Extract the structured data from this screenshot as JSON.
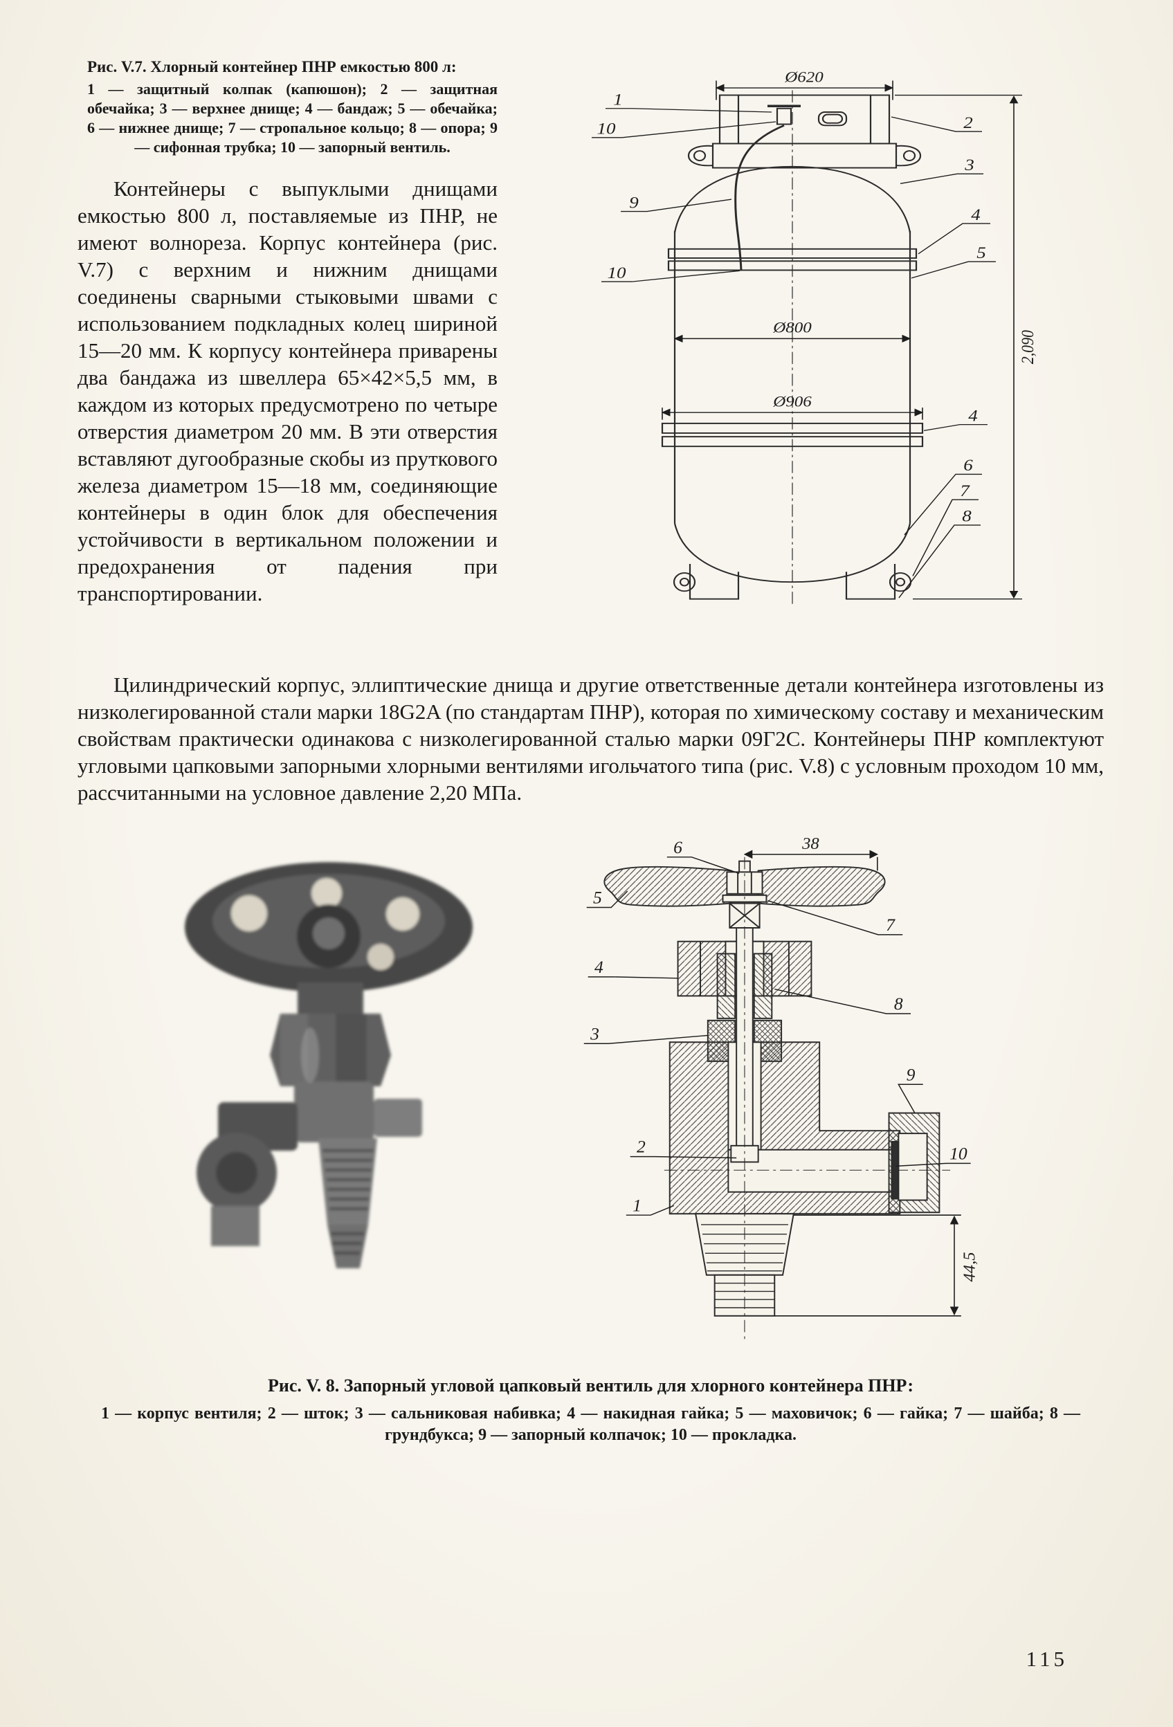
{
  "page": {
    "number": "115"
  },
  "fig7": {
    "caption_title": "Рис. V.7. Хлорный контейнер ПНР емкостью 800 л:",
    "caption_legend": "1 — защитный колпак (капюшон); 2 — защитная обечайка; 3 — верхнее днище; 4 — бандаж; 5 — обечайка; 6 — нижнее днище; 7 — стропальное кольцо; 8 — опора; 9 — сифонная трубка; 10 — запорный вентиль.",
    "dim_top": "Ø620",
    "dim_mid": "Ø800",
    "dim_low": "Ø906",
    "dim_height": "2,090",
    "callouts": {
      "c1": "1",
      "c10a": "10",
      "c2": "2",
      "c3": "3",
      "c9": "9",
      "c4a": "4",
      "c5": "5",
      "c10b": "10",
      "c4b": "4",
      "c6": "6",
      "c7": "7",
      "c8": "8"
    }
  },
  "body": {
    "p1": "Контейнеры с выпуклыми днищами емкостью 800 л, поставляемые из ПНР, не имеют волнореза. Корпус контейнера (рис. V.7) с верхним и нижним днищами соединены сварными стыковыми швами с использованием подкладных колец шириной 15—20 мм. К корпусу контейнера приварены два бандажа из швеллера 65×42×5,5 мм, в каждом из которых предусмотрено по четыре отверстия диаметром 20 мм. В эти отверстия вставляют дугообразные скобы из пруткового железа диаметром 15—18 мм, соединяющие контейнеры в один блок для обеспечения устойчивости в вертикальном положении и предохранения от падения при транспортировании.",
    "p2": "Цилиндрический корпус, эллиптические днища и другие ответственные детали контейнера изготовлены из низколегированной стали марки 18G2A (по стандартам ПНР), которая по химическому составу и механическим свойствам практически одинакова с низколегированной сталью марки 09Г2С. Контейнеры ПНР комплектуют угловыми цапковыми запорными хлорными вентилями игольчатого типа (рис. V.8) с условным проходом 10 мм, рассчитанными на условное давление 2,20 МПа."
  },
  "fig8": {
    "caption_title": "Рис. V. 8. Запорный угловой цапковый вентиль для хлорного контейнера ПНР:",
    "caption_legend": "1 — корпус вентиля; 2 — шток; 3 — сальниковая набивка; 4 — накидная гайка; 5 — маховичок; 6 — гайка; 7 — шайба; 8 — грундбукса; 9 — запорный колпачок; 10 — прокладка.",
    "dim_width": "38",
    "dim_height": "44,5",
    "callouts": {
      "c1": "1",
      "c2": "2",
      "c3": "3",
      "c4": "4",
      "c5": "5",
      "c6": "6",
      "c7": "7",
      "c8": "8",
      "c9": "9",
      "c10": "10"
    }
  }
}
